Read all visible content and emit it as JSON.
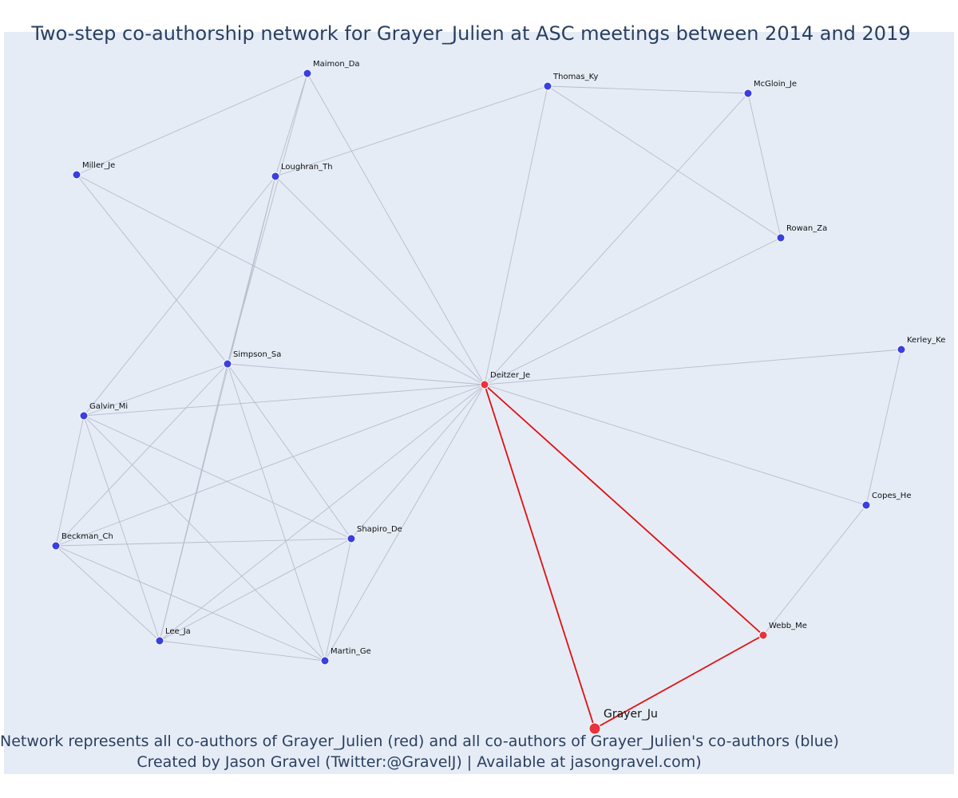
{
  "title": "Two-step co-authorship network for Grayer_Julien at ASC meetings between 2014 and 2019",
  "caption": {
    "line1": "Network represents all co-authors of Grayer_Julien (red) and all co-authors of Grayer_Julien's co-authors (blue)",
    "line2": "Created by Jason Gravel (Twitter:@GravelJ) | Available at jasongravel.com)"
  },
  "colors": {
    "background": "#e5ecf6",
    "edge": "#b8bccb",
    "focal_edge": "#e01010",
    "coauthor_node": "#e8323c",
    "second_step_node": "#3a3fe0",
    "node_outline": "#ffffff"
  },
  "nodes": [
    {
      "id": "Grayer_Ju",
      "label": "Grayer_Ju",
      "group": "focal"
    },
    {
      "id": "Deitzer_Je",
      "label": "Deitzer_Je",
      "group": "coauthor"
    },
    {
      "id": "Webb_Me",
      "label": "Webb_Me",
      "group": "coauthor"
    },
    {
      "id": "Maimon_Da",
      "label": "Maimon_Da",
      "group": "second"
    },
    {
      "id": "Thomas_Ky",
      "label": "Thomas_Ky",
      "group": "second"
    },
    {
      "id": "McGloin_Je",
      "label": "McGloin_Je",
      "group": "second"
    },
    {
      "id": "Miller_Je",
      "label": "Miller_Je",
      "group": "second"
    },
    {
      "id": "Loughran_Th",
      "label": "Loughran_Th",
      "group": "second"
    },
    {
      "id": "Rowan_Za",
      "label": "Rowan_Za",
      "group": "second"
    },
    {
      "id": "Kerley_Ke",
      "label": "Kerley_Ke",
      "group": "second"
    },
    {
      "id": "Simpson_Sa",
      "label": "Simpson_Sa",
      "group": "second"
    },
    {
      "id": "Galvin_Mi",
      "label": "Galvin_Mi",
      "group": "second"
    },
    {
      "id": "Copes_He",
      "label": "Copes_He",
      "group": "second"
    },
    {
      "id": "Beckman_Ch",
      "label": "Beckman_Ch",
      "group": "second"
    },
    {
      "id": "Shapiro_De",
      "label": "Shapiro_De",
      "group": "second"
    },
    {
      "id": "Lee_Ja",
      "label": "Lee_Ja",
      "group": "second"
    },
    {
      "id": "Martin_Ge",
      "label": "Martin_Ge",
      "group": "second"
    }
  ],
  "edges": [
    [
      "Grayer_Ju",
      "Deitzer_Je",
      "focal"
    ],
    [
      "Grayer_Ju",
      "Webb_Me",
      "focal"
    ],
    [
      "Deitzer_Je",
      "Webb_Me",
      "focal"
    ],
    [
      "Webb_Me",
      "Copes_He",
      "normal"
    ],
    [
      "Copes_He",
      "Kerley_Ke",
      "normal"
    ],
    [
      "Copes_He",
      "Deitzer_Je",
      "normal"
    ],
    [
      "Kerley_Ke",
      "Deitzer_Je",
      "normal"
    ],
    [
      "Rowan_Za",
      "Deitzer_Je",
      "normal"
    ],
    [
      "McGloin_Je",
      "Deitzer_Je",
      "normal"
    ],
    [
      "Thomas_Ky",
      "Deitzer_Je",
      "normal"
    ],
    [
      "Maimon_Da",
      "Deitzer_Je",
      "normal"
    ],
    [
      "Loughran_Th",
      "Deitzer_Je",
      "normal"
    ],
    [
      "Miller_Je",
      "Deitzer_Je",
      "normal"
    ],
    [
      "Simpson_Sa",
      "Deitzer_Je",
      "normal"
    ],
    [
      "Galvin_Mi",
      "Deitzer_Je",
      "normal"
    ],
    [
      "Beckman_Ch",
      "Deitzer_Je",
      "normal"
    ],
    [
      "Shapiro_De",
      "Deitzer_Je",
      "normal"
    ],
    [
      "Lee_Ja",
      "Deitzer_Je",
      "normal"
    ],
    [
      "Martin_Ge",
      "Deitzer_Je",
      "normal"
    ],
    [
      "Thomas_Ky",
      "McGloin_Je",
      "normal"
    ],
    [
      "Thomas_Ky",
      "Rowan_Za",
      "normal"
    ],
    [
      "McGloin_Je",
      "Rowan_Za",
      "normal"
    ],
    [
      "Thomas_Ky",
      "Loughran_Th",
      "normal"
    ],
    [
      "Maimon_Da",
      "Miller_Je",
      "normal"
    ],
    [
      "Maimon_Da",
      "Loughran_Th",
      "normal"
    ],
    [
      "Maimon_Da",
      "Simpson_Sa",
      "normal"
    ],
    [
      "Loughran_Th",
      "Simpson_Sa",
      "normal"
    ],
    [
      "Loughran_Th",
      "Galvin_Mi",
      "normal"
    ],
    [
      "Loughran_Th",
      "Lee_Ja",
      "normal"
    ],
    [
      "Miller_Je",
      "Simpson_Sa",
      "normal"
    ],
    [
      "Simpson_Sa",
      "Galvin_Mi",
      "normal"
    ],
    [
      "Simpson_Sa",
      "Beckman_Ch",
      "normal"
    ],
    [
      "Simpson_Sa",
      "Shapiro_De",
      "normal"
    ],
    [
      "Simpson_Sa",
      "Lee_Ja",
      "normal"
    ],
    [
      "Simpson_Sa",
      "Martin_Ge",
      "normal"
    ],
    [
      "Galvin_Mi",
      "Beckman_Ch",
      "normal"
    ],
    [
      "Galvin_Mi",
      "Shapiro_De",
      "normal"
    ],
    [
      "Galvin_Mi",
      "Lee_Ja",
      "normal"
    ],
    [
      "Galvin_Mi",
      "Martin_Ge",
      "normal"
    ],
    [
      "Beckman_Ch",
      "Shapiro_De",
      "normal"
    ],
    [
      "Beckman_Ch",
      "Lee_Ja",
      "normal"
    ],
    [
      "Beckman_Ch",
      "Martin_Ge",
      "normal"
    ],
    [
      "Shapiro_De",
      "Lee_Ja",
      "normal"
    ],
    [
      "Shapiro_De",
      "Martin_Ge",
      "normal"
    ],
    [
      "Lee_Ja",
      "Martin_Ge",
      "normal"
    ]
  ]
}
